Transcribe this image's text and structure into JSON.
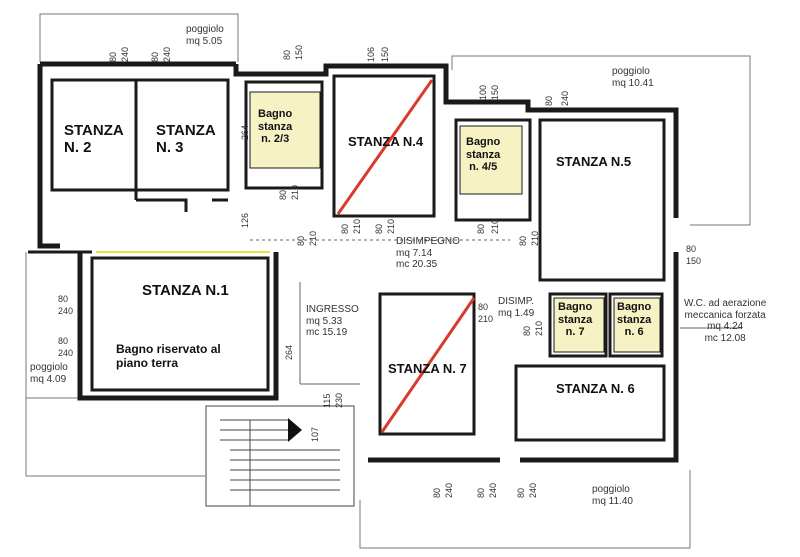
{
  "rooms": {
    "stanza2": [
      "STANZA",
      "N. 2"
    ],
    "stanza3": [
      "STANZA",
      "N. 3"
    ],
    "stanza4": "STANZA N.4",
    "stanza5": "STANZA N.5",
    "stanza1": "STANZA N.1",
    "stanza7": "STANZA N. 7",
    "stanza6": "STANZA N. 6",
    "bagno23": [
      "Bagno",
      "stanza",
      "n. 2/3"
    ],
    "bagno45": [
      "Bagno",
      "stanza",
      "n. 4/5"
    ],
    "bagno7": [
      "Bagno",
      "stanza",
      "n. 7"
    ],
    "bagno6": [
      "Bagno",
      "stanza",
      "n. 6"
    ],
    "bagno_riservato": [
      "Bagno riservato al",
      "piano terra"
    ]
  },
  "areas": {
    "poggiolo_top": [
      "poggiolo",
      "mq 5.05"
    ],
    "poggiolo_right": [
      "poggiolo",
      "mq 10.41"
    ],
    "poggiolo_left": [
      "poggiolo",
      "mq 4.09"
    ],
    "poggiolo_bottom": [
      "poggiolo",
      "mq 11.40"
    ],
    "disimpegno": [
      "DISIMPEGNO",
      "mq 7.14",
      "mc 20.35"
    ],
    "ingresso": [
      "INGRESSO",
      "mq 5.33",
      "mc 15.19"
    ],
    "disimp": [
      "DISIMP.",
      "mq 1.49"
    ],
    "wc": [
      "W.C. ad aerazione",
      "meccanica forzata",
      "mq 4.24",
      "mc 12.08"
    ]
  },
  "dims": {
    "d80": "80",
    "d240": "240",
    "d150": "150",
    "d106": "106",
    "d100": "100",
    "d210": "210",
    "d264": "264",
    "d126": "126",
    "d115": "115",
    "d230": "230",
    "d107": "107"
  },
  "colors": {
    "wall": "#1a1a1a",
    "bath_fill": "#f7f2c4",
    "cross": "#d83a2c",
    "thin": "#666666"
  }
}
